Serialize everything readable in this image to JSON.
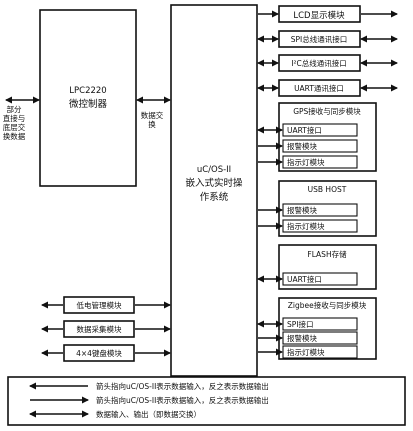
{
  "mcu": {
    "line1": "LPC2220",
    "line2": "微控制器"
  },
  "left_side": {
    "line1": "部分",
    "line2": "直接与",
    "line3": "底层交",
    "line4": "换数据"
  },
  "data_exchange": {
    "line1": "数据交",
    "line2": "换"
  },
  "os": {
    "line1": "uC/OS-II",
    "line2": "嵌入式实时操",
    "line3": "作系统"
  },
  "right_modules": {
    "lcd": "LCD显示模块",
    "spi": "SPI总线通讯接口",
    "i2c": "I²C总线通讯接口",
    "uart": "UART通讯接口"
  },
  "gps": {
    "title": "GPS接收与同步模块",
    "items": [
      "UART接口",
      "报警模块",
      "指示灯模块"
    ]
  },
  "usb": {
    "title": "USB HOST",
    "items": [
      "报警模块",
      "指示灯模块"
    ]
  },
  "flash": {
    "title": "FLASH存储",
    "items": [
      "UART接口"
    ]
  },
  "zigbee": {
    "title": "Zigbee接收与同步模块",
    "items": [
      "SPI接口",
      "报警模块",
      "指示灯模块"
    ]
  },
  "left_modules": [
    "低电管理模块",
    "数据采集模块",
    "4×4键盘模块"
  ],
  "legend": [
    "箭头指向uC/OS-II表示数据输入，反之表示数据输出",
    "箭头指向uC/OS-II表示数据输入，反之表示数据输出",
    "数据输入、输出（即数据交换）"
  ]
}
